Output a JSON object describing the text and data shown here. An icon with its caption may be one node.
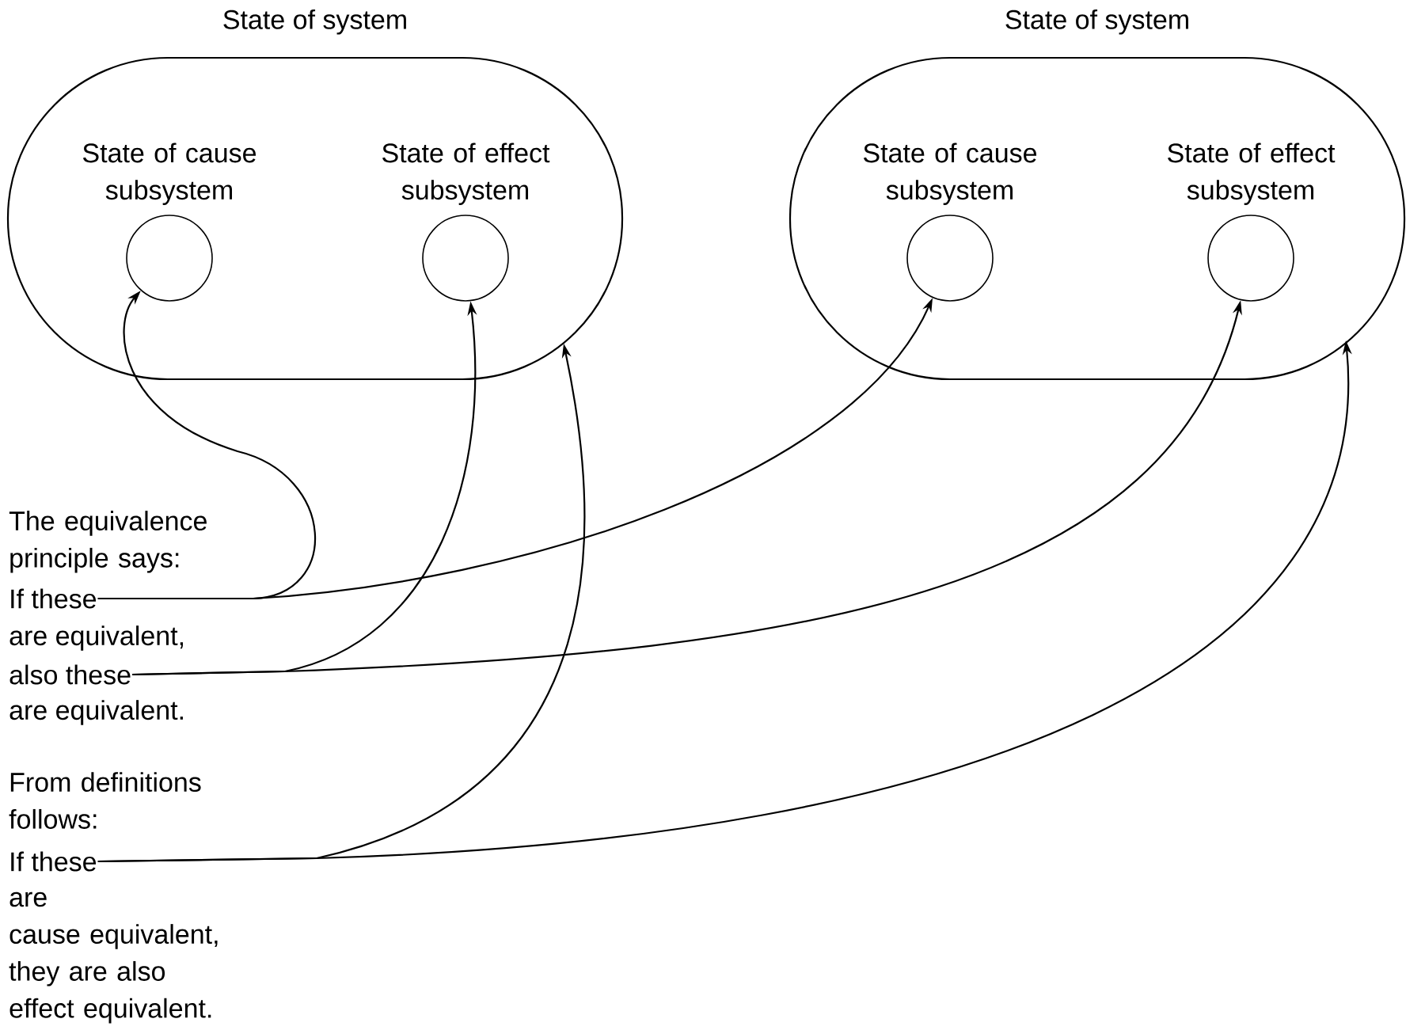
{
  "diagram": {
    "nodes": [
      {
        "text": [
          "State of system"
        ]
      },
      {
        "text": [
          "State of cause subsystem"
        ],
        "in": 0
      },
      {
        "text": [
          "State of effect subsystem"
        ],
        "in": 0
      },
      {
        "text": [
          "State of system"
        ]
      },
      {
        "text": [
          "State of cause subsystem"
        ],
        "in": 3
      },
      {
        "text": [
          "State of effect subsystem"
        ],
        "in": 3
      },
      {
        "text": [
          "If these"
        ]
      },
      {
        "text": [
          "also these"
        ]
      },
      {
        "text": [
          "If these"
        ]
      }
    ],
    "edges": [
      {
        "from": 6,
        "to": 1,
        "arrow": "to"
      },
      {
        "from": 6,
        "to": 4,
        "arrow": "to"
      },
      {
        "from": 7,
        "to": 2,
        "arrow": "to"
      },
      {
        "from": 7,
        "to": 5,
        "arrow": "to"
      },
      {
        "from": 8,
        "to": 0,
        "arrow": "to"
      },
      {
        "from": 8,
        "to": 3,
        "arrow": "to"
      }
    ],
    "labels": [
      "The equivalence principle says:",
      "are equivalent,",
      "are equivalent.",
      "From definitions follows:",
      "are",
      "cause equivalent, they are also effect equivalent."
    ]
  }
}
